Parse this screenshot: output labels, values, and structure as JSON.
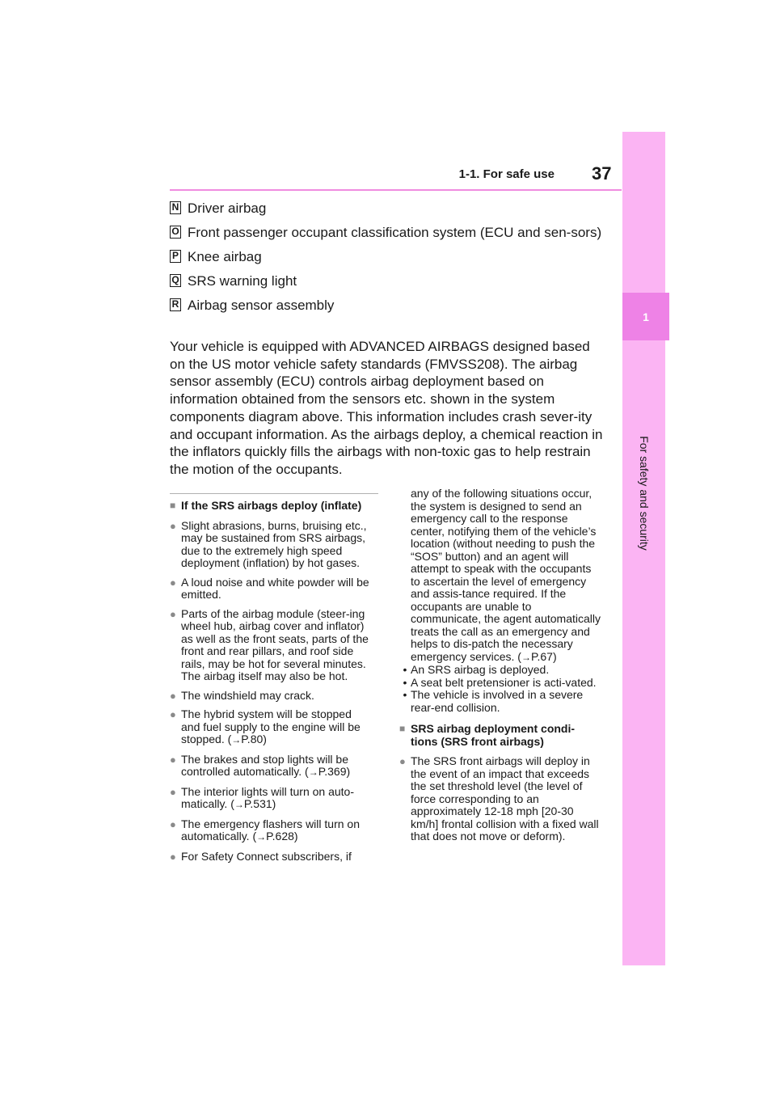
{
  "header": {
    "section_title": "1-1. For safe use",
    "page_number": "37"
  },
  "side_tab": {
    "chapter_number": "1",
    "chapter_title": "For safety and security"
  },
  "legend": [
    {
      "badge": "N",
      "text": "Driver airbag"
    },
    {
      "badge": "O",
      "text": "Front passenger occupant classification system (ECU and sen-sors)"
    },
    {
      "badge": "P",
      "text": "Knee airbag"
    },
    {
      "badge": "Q",
      "text": "SRS warning light"
    },
    {
      "badge": "R",
      "text": "Airbag sensor assembly"
    }
  ],
  "intro": "Your vehicle is equipped with ADVANCED AIRBAGS designed based on the US motor vehicle safety standards (FMVSS208). The airbag sensor assembly (ECU) controls airbag deployment based on information obtained from the sensors etc. shown in the system components diagram above. This information includes crash sever-ity and occupant information. As the airbags deploy, a chemical reaction in the inflators quickly fills the airbags with non-toxic gas to help restrain the motion of the occupants.",
  "inflate_section": {
    "heading": "If the SRS airbags deploy (inflate)",
    "bullets": [
      {
        "text": "Slight abrasions, burns, bruising etc., may be sustained from SRS airbags, due to the extremely high speed deployment (inflation) by hot gases."
      },
      {
        "text": "A loud noise and white powder will be emitted."
      },
      {
        "text": "Parts of the airbag module (steer-ing wheel hub, airbag cover and inflator) as well as the front seats, parts of the front and rear pillars, and roof side rails, may be hot for several minutes. The airbag itself may also be hot."
      },
      {
        "text": "The windshield may crack."
      },
      {
        "text": "The hybrid system will be stopped and fuel supply to the engine will be stopped. (",
        "ref": "P.80",
        "after": ")"
      },
      {
        "text": "The brakes and stop lights will be controlled automatically. (",
        "ref": "P.369",
        "after": ")"
      },
      {
        "text": "The interior lights will turn on auto-matically. (",
        "ref": "P.531",
        "after": ")"
      },
      {
        "text": "The emergency flashers will turn on automatically. (",
        "ref": "P.628",
        "after": ")"
      },
      {
        "text": "For Safety Connect subscribers, if"
      }
    ],
    "continuation": {
      "text": "any of the following situations occur, the system is designed to send an emergency call to the response center, notifying them of the vehicle’s location (without needing to push the “SOS” button) and an agent will attempt to speak with the occupants to ascertain the level of emergency and assis-tance required. If the occupants are unable to communicate, the agent automatically treats the call as an emergency and helps to dis-patch the necessary emergency services. (",
      "ref": "P.67",
      "after": ")"
    },
    "sub_items": [
      "An SRS airbag is deployed.",
      "A seat belt pretensioner is acti-vated.",
      "The vehicle is involved in a severe rear-end collision."
    ]
  },
  "deployment_section": {
    "heading": "SRS airbag deployment condi-tions (SRS front airbags)",
    "bullets": [
      {
        "text": "The SRS front airbags will deploy in the event of an impact that exceeds the set threshold level (the level of force corresponding to an approximately 12-18 mph [20-30 km/h] frontal collision with a fixed wall that does not move or deform)."
      }
    ]
  },
  "symbols": {
    "heading_marker": "■",
    "bullet_marker": "●",
    "sub_marker": "•",
    "arrow": "→"
  }
}
